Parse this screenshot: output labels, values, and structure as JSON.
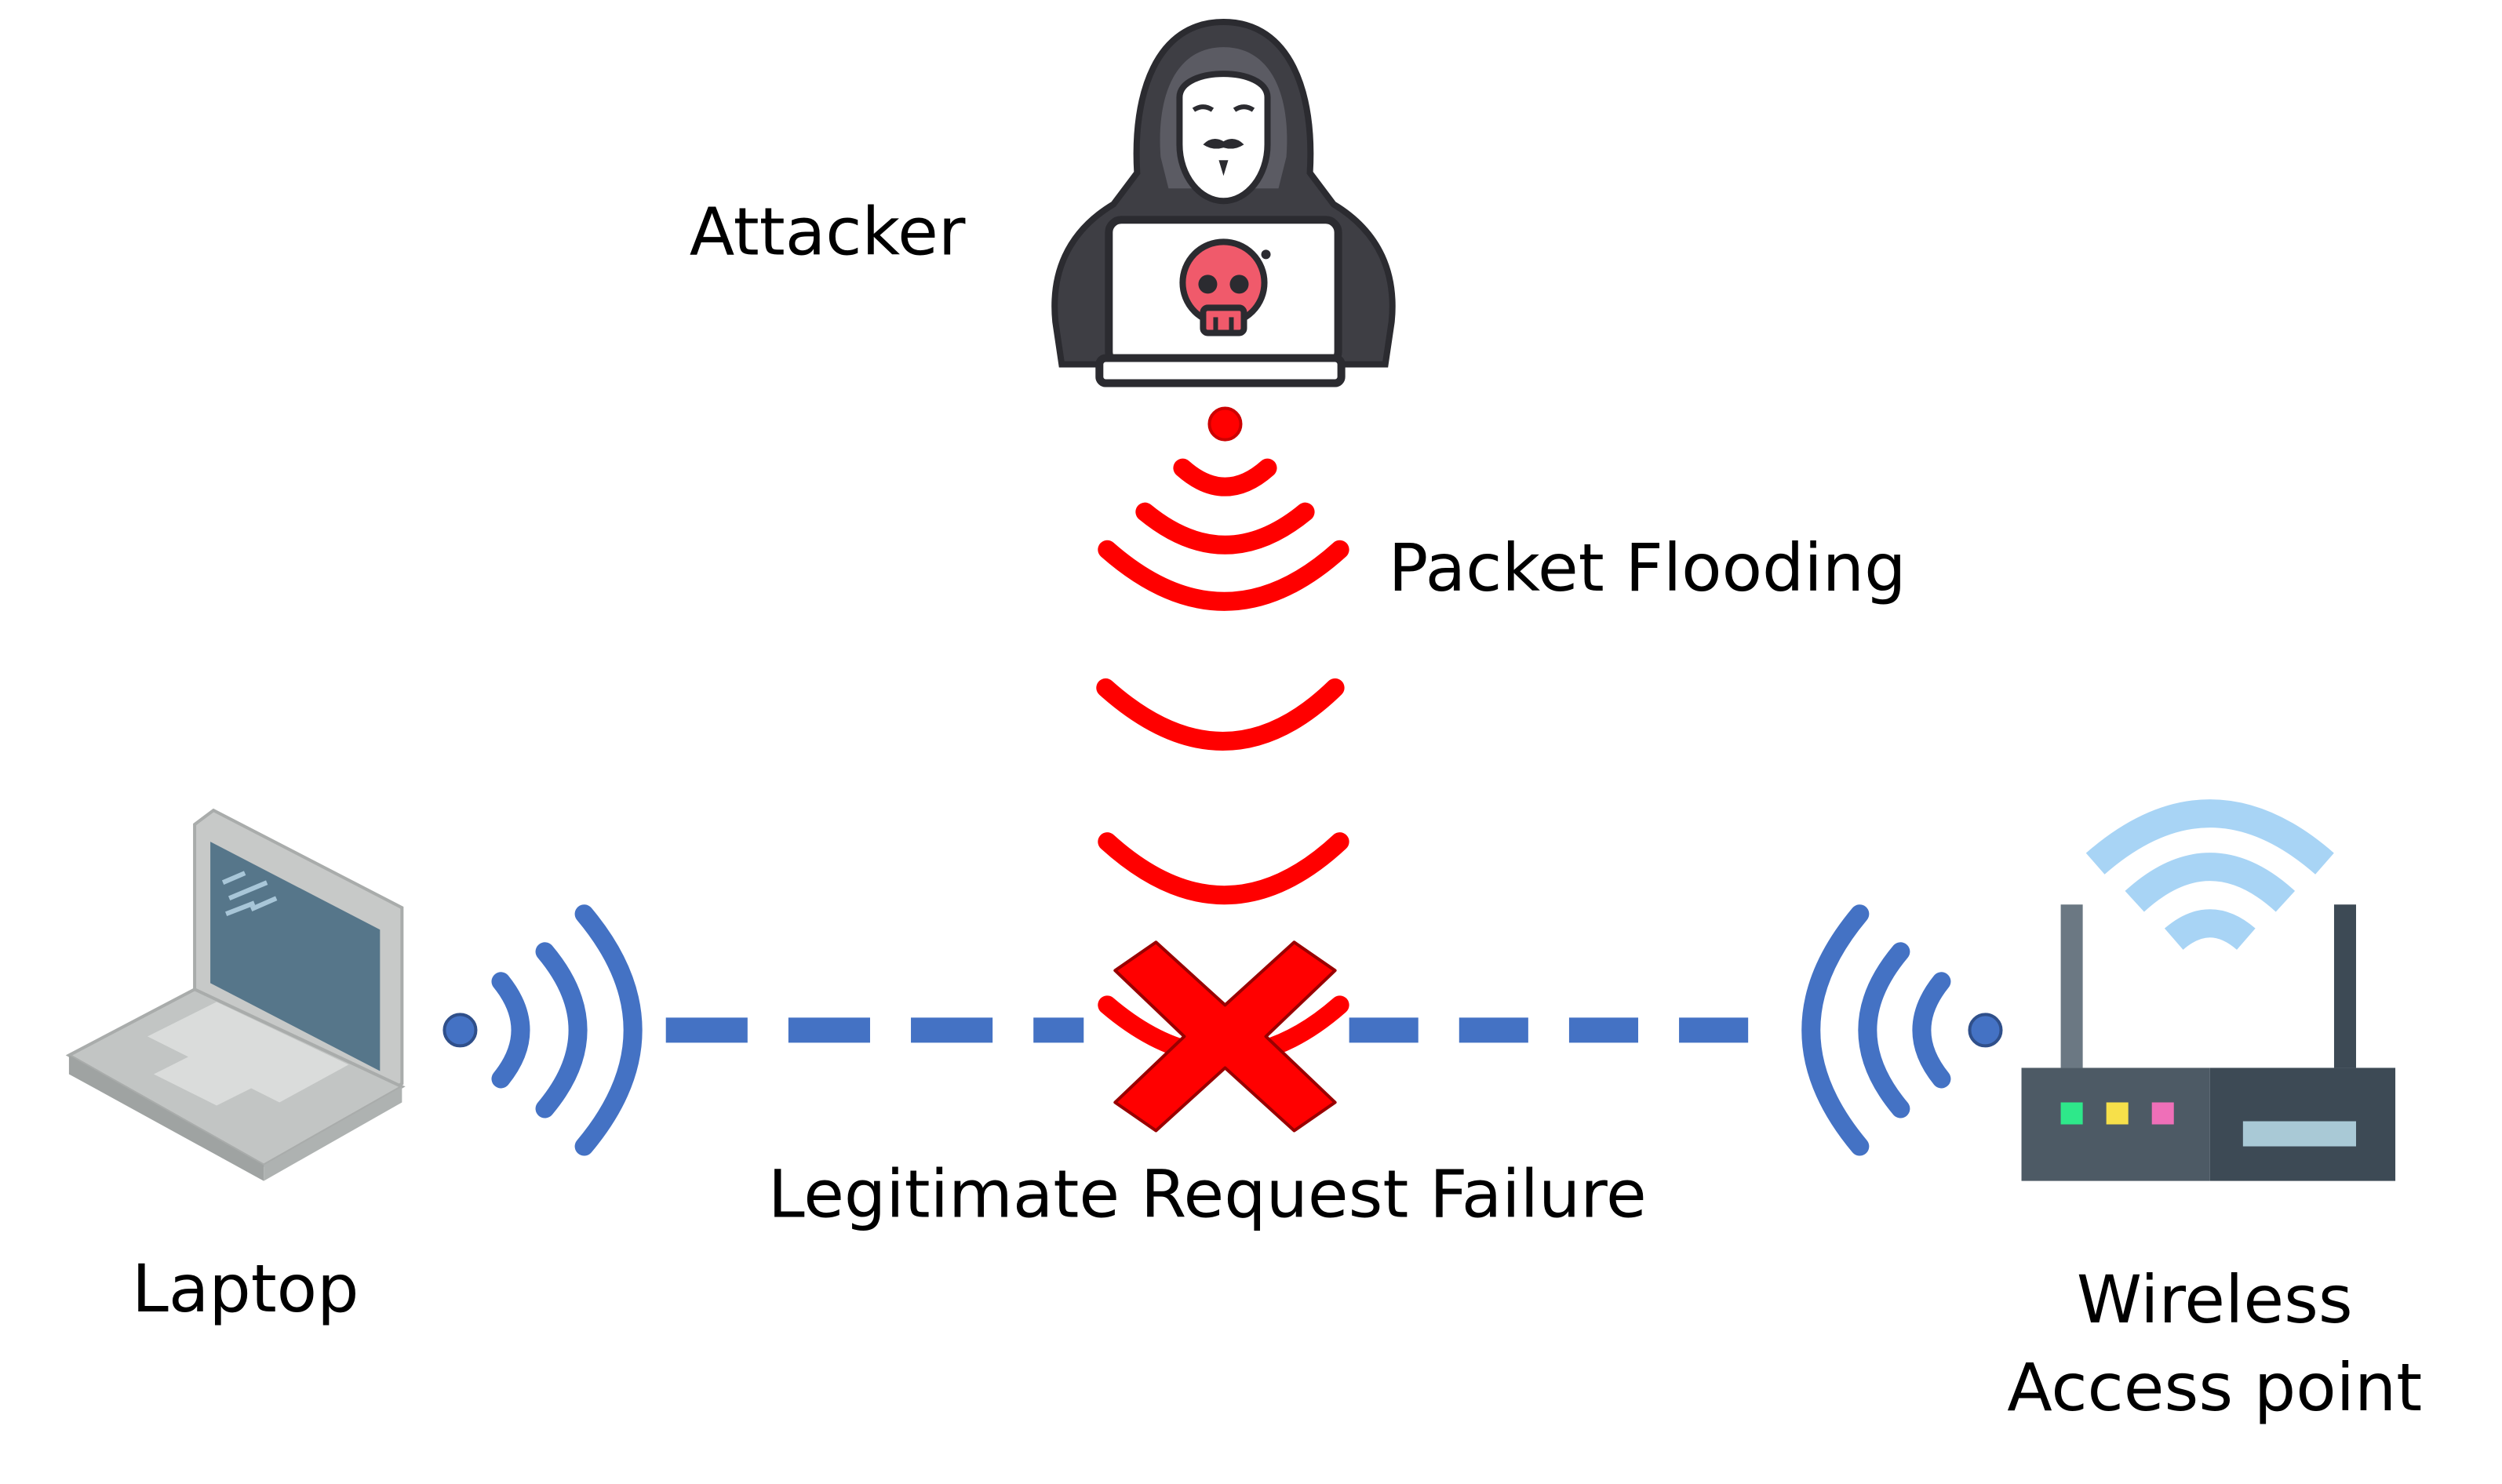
{
  "labels": {
    "attacker": "Attacker",
    "packet_flooding": "Packet Flooding",
    "legitimate_request_failure": "Legitimate Request Failure",
    "laptop": "Laptop",
    "access_point_line1": "Wireless",
    "access_point_line2": "Access point"
  },
  "icons": {
    "attacker": "hooded-hacker-icon",
    "attacker_screen": "skull-icon",
    "laptop": "laptop-icon",
    "router": "wireless-router-icon",
    "failure": "red-x-icon"
  },
  "colors": {
    "flood": "#ff0000",
    "link": "#4472c4",
    "router_body": "#3d4a55",
    "router_wifi": "#a8d4f5"
  }
}
